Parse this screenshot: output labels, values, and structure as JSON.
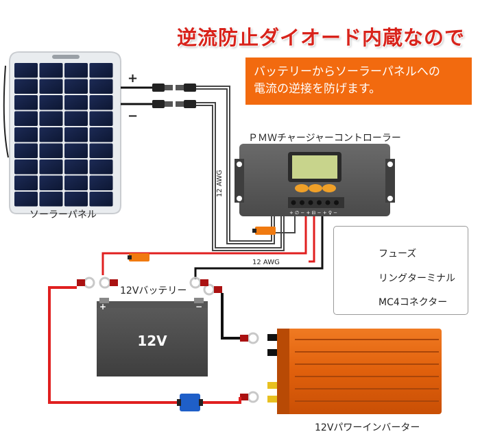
{
  "headline": "逆流防止ダイオード内蔵なので",
  "notice": {
    "line1": "バッテリーからソーラーパネルへの",
    "line2": "電流の逆接を防げます。"
  },
  "solar_panel": {
    "label": "ソーラーパネル",
    "plus": "+",
    "minus": "−"
  },
  "controller": {
    "label": "ＰＭＷチャージャーコントローラー",
    "terminal_marks": "+ ∅ −  + ⊟ −  + ♀ −"
  },
  "wire_labels": {
    "vertical": "12 AWG",
    "horizontal": "12 AWG"
  },
  "battery": {
    "label": "12Vバッテリー",
    "face_text": "12V",
    "plus": "+",
    "minus": "−"
  },
  "inverter": {
    "label": "12Vパワーインバーター"
  },
  "legend": {
    "items": [
      {
        "icon": "fuse-icon",
        "label": "フューズ"
      },
      {
        "icon": "ring-terminal-icon",
        "label": "リングターミナル"
      },
      {
        "icon": "mc4-connector-icon",
        "label": "MC4コネクター"
      }
    ]
  },
  "colors": {
    "headline": "#d8231b",
    "notice_bg": "#f26a0f",
    "positive_wire": "#e01f1f",
    "negative_wire": "#111111",
    "fuse_orange": "#f07a10",
    "fuse_blue": "#1f5fc8",
    "inverter": "#e8640f",
    "battery": "#4a4a4a"
  }
}
